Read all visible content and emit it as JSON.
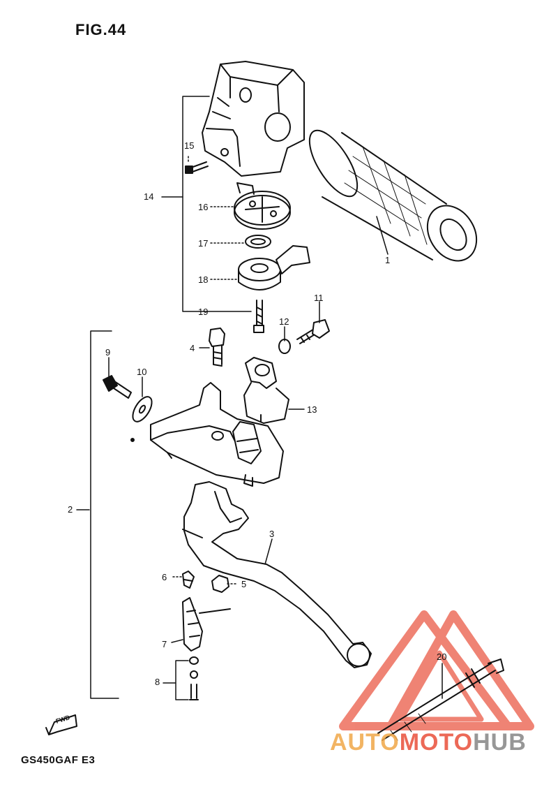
{
  "figure": {
    "title": "FIG.44",
    "model_code": "GS450GAF  E3",
    "direction_mark": "FWD"
  },
  "callouts": {
    "p1": "1",
    "p2": "2",
    "p3": "3",
    "p4": "4",
    "p5": "5",
    "p6": "6",
    "p7": "7",
    "p8": "8",
    "p9": "9",
    "p10": "10",
    "p11": "11",
    "p12": "12",
    "p13": "13",
    "p14": "14",
    "p15": "15",
    "p16": "16",
    "p17": "17",
    "p18": "18",
    "p19": "19",
    "p20": "20"
  },
  "watermark": {
    "part_a": "AUTO",
    "part_b": "MOTO",
    "part_c": "HUB",
    "colors": {
      "triangle": "#e9503a",
      "accent": "#f0a848",
      "text_grey": "#8c8c8c"
    }
  }
}
